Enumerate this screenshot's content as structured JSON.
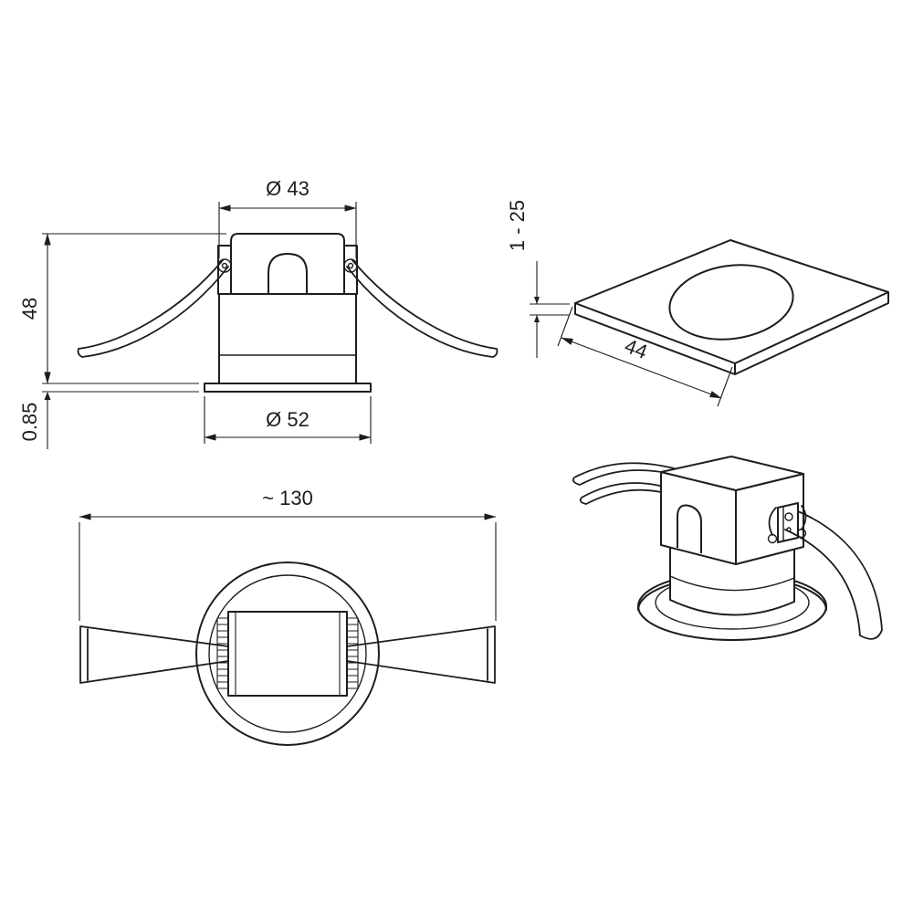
{
  "views": {
    "front": {
      "top_diameter": "Ø 43",
      "height": "48",
      "flange_thickness": "0.85",
      "flange_diameter": "Ø 52"
    },
    "plate": {
      "thickness_range": "1 - 25",
      "cutout_size": "44"
    },
    "plan": {
      "overall_width": "~ 130"
    }
  },
  "colors": {
    "line": "#1d1d1b",
    "background": "#ffffff"
  }
}
